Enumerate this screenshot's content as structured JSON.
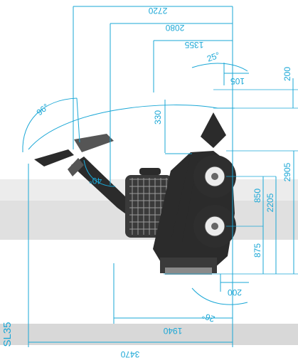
{
  "model": "SL35",
  "colors": {
    "dimension": "#1aa7d6",
    "machine": "#2b2b2b",
    "ground_band": "#cfcfcf"
  },
  "dimensions": {
    "d_2720": "2720",
    "d_2080": "2080",
    "d_1355": "1355",
    "a_25": "25°",
    "d_105": "105",
    "d_200_top": "200",
    "a_96": "96°",
    "d_330": "330",
    "a_40": "40°",
    "d_2905": "2905",
    "d_2205": "2205",
    "d_850": "850",
    "d_875": "875",
    "d_200_bottom": "200",
    "a_26": "26°",
    "d_1940": "1940",
    "d_3470": "3470"
  }
}
